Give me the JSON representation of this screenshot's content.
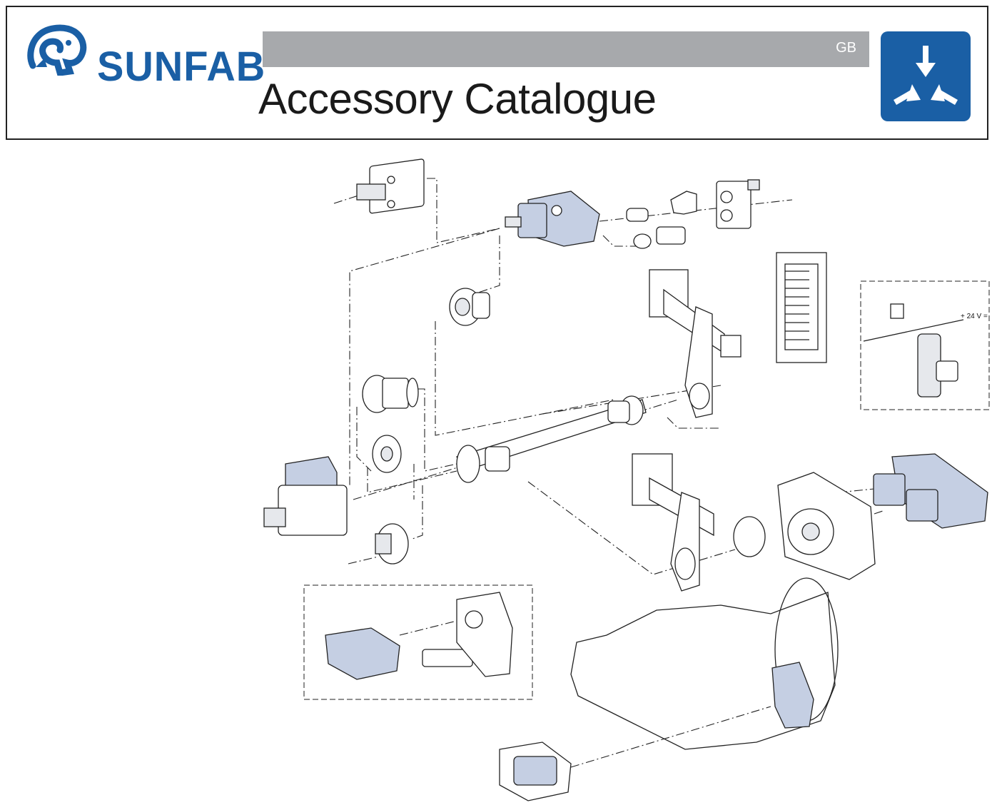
{
  "brand": {
    "name": "SUNFAB",
    "color": "#1a5fa5"
  },
  "header": {
    "language_code": "GB",
    "title": "Accessory Catalogue",
    "band_color": "#a7a9ac",
    "badge_color": "#1a5fa5",
    "badge_icon": "converging-arrows-icon"
  },
  "diagram": {
    "part_fill": "#c5cfe3",
    "line_color": "#222222",
    "voltage_label": "+ 24 V ="
  }
}
